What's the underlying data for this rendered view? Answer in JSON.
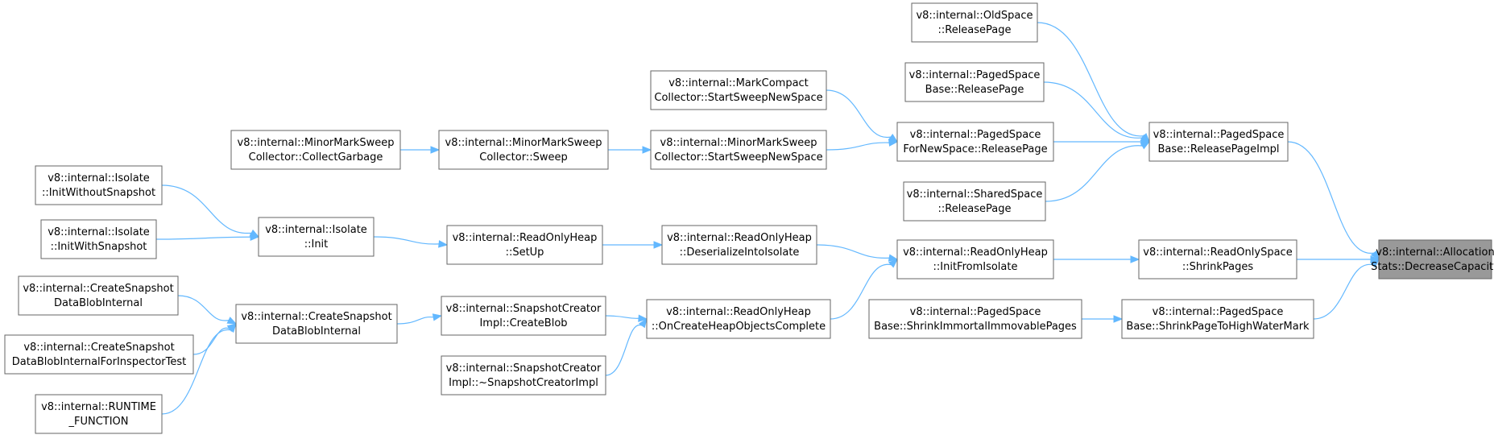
{
  "nodes": [
    {
      "id": "n0",
      "lines": [
        "v8::internal::Allocation",
        "Stats::DecreaseCapacity"
      ],
      "root": true
    },
    {
      "id": "n1",
      "lines": [
        "v8::internal::PagedSpace",
        "Base::ReleasePageImpl"
      ]
    },
    {
      "id": "n2",
      "lines": [
        "v8::internal::ReadOnlySpace",
        "::ShrinkPages"
      ]
    },
    {
      "id": "n3",
      "lines": [
        "v8::internal::PagedSpace",
        "Base::ShrinkPageToHighWaterMark"
      ]
    },
    {
      "id": "n4",
      "lines": [
        "v8::internal::OldSpace",
        "::ReleasePage"
      ]
    },
    {
      "id": "n5",
      "lines": [
        "v8::internal::PagedSpace",
        "Base::ReleasePage"
      ]
    },
    {
      "id": "n6",
      "lines": [
        "v8::internal::PagedSpace",
        "ForNewSpace::ReleasePage"
      ]
    },
    {
      "id": "n7",
      "lines": [
        "v8::internal::SharedSpace",
        "::ReleasePage"
      ]
    },
    {
      "id": "n8",
      "lines": [
        "v8::internal::ReadOnlyHeap",
        "::InitFromIsolate"
      ]
    },
    {
      "id": "n9",
      "lines": [
        "v8::internal::PagedSpace",
        "Base::ShrinkImmortalImmovablePages"
      ]
    },
    {
      "id": "n10",
      "lines": [
        "v8::internal::MarkCompact",
        "Collector::StartSweepNewSpace"
      ]
    },
    {
      "id": "n11",
      "lines": [
        "v8::internal::MinorMarkSweep",
        "Collector::StartSweepNewSpace"
      ]
    },
    {
      "id": "n12",
      "lines": [
        "v8::internal::ReadOnlyHeap",
        "::DeserializeIntoIsolate"
      ]
    },
    {
      "id": "n13",
      "lines": [
        "v8::internal::ReadOnlyHeap",
        "::OnCreateHeapObjectsComplete"
      ]
    },
    {
      "id": "n14",
      "lines": [
        "v8::internal::MinorMarkSweep",
        "Collector::Sweep"
      ]
    },
    {
      "id": "n15",
      "lines": [
        "v8::internal::ReadOnlyHeap",
        "::SetUp"
      ]
    },
    {
      "id": "n16",
      "lines": [
        "v8::internal::SnapshotCreator",
        "Impl::CreateBlob"
      ]
    },
    {
      "id": "n17",
      "lines": [
        "v8::internal::SnapshotCreator",
        "Impl::~SnapshotCreatorImpl"
      ]
    },
    {
      "id": "n18",
      "lines": [
        "v8::internal::MinorMarkSweep",
        "Collector::CollectGarbage"
      ]
    },
    {
      "id": "n19",
      "lines": [
        "v8::internal::Isolate",
        "::Init"
      ]
    },
    {
      "id": "n20",
      "lines": [
        "v8::internal::CreateSnapshot",
        "DataBlobInternal"
      ]
    },
    {
      "id": "n21",
      "lines": [
        "v8::internal::Isolate",
        "::InitWithoutSnapshot"
      ]
    },
    {
      "id": "n22",
      "lines": [
        "v8::internal::Isolate",
        "::InitWithSnapshot"
      ]
    },
    {
      "id": "n23",
      "lines": [
        "v8::internal::CreateSnapshot",
        "DataBlobInternal"
      ]
    },
    {
      "id": "n24",
      "lines": [
        "v8::internal::CreateSnapshot",
        "DataBlobInternalForInspectorTest"
      ]
    },
    {
      "id": "n25",
      "lines": [
        "v8::internal::RUNTIME",
        "_FUNCTION"
      ]
    }
  ],
  "edges": [
    [
      "n1",
      "n0"
    ],
    [
      "n2",
      "n0"
    ],
    [
      "n3",
      "n0"
    ],
    [
      "n4",
      "n1"
    ],
    [
      "n5",
      "n1"
    ],
    [
      "n6",
      "n1"
    ],
    [
      "n7",
      "n1"
    ],
    [
      "n8",
      "n2"
    ],
    [
      "n9",
      "n3"
    ],
    [
      "n10",
      "n6"
    ],
    [
      "n11",
      "n6"
    ],
    [
      "n12",
      "n8"
    ],
    [
      "n13",
      "n8"
    ],
    [
      "n14",
      "n11"
    ],
    [
      "n15",
      "n12"
    ],
    [
      "n16",
      "n13"
    ],
    [
      "n17",
      "n13"
    ],
    [
      "n18",
      "n14"
    ],
    [
      "n19",
      "n15"
    ],
    [
      "n20",
      "n16"
    ],
    [
      "n21",
      "n19"
    ],
    [
      "n22",
      "n19"
    ],
    [
      "n23",
      "n20"
    ],
    [
      "n24",
      "n20"
    ],
    [
      "n25",
      "n20"
    ]
  ],
  "colors": {
    "edge": "#63b8ff",
    "root_fill": "#999999",
    "node_border": "#666666"
  }
}
